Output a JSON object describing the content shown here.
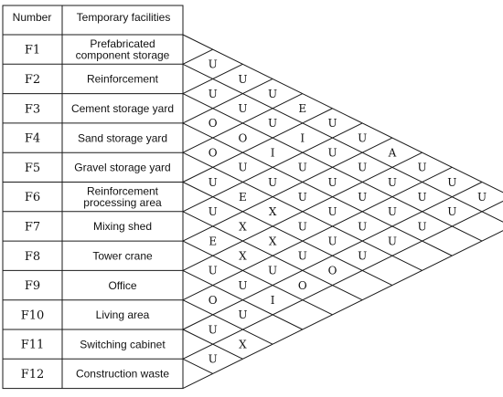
{
  "header": {
    "number": "Number",
    "facility": "Temporary facilities"
  },
  "rows": [
    {
      "number": "F1",
      "lines": [
        "Prefabricated",
        "component  storage"
      ]
    },
    {
      "number": "F2",
      "lines": [
        "Reinforcement"
      ]
    },
    {
      "number": "F3",
      "lines": [
        "Cement  storage yard"
      ]
    },
    {
      "number": "F4",
      "lines": [
        "Sand storage yard"
      ]
    },
    {
      "number": "F5",
      "lines": [
        "Gravel storage yard"
      ]
    },
    {
      "number": "F6",
      "lines": [
        "Reinforcement",
        "processing area"
      ]
    },
    {
      "number": "F7",
      "lines": [
        "Mixing shed"
      ]
    },
    {
      "number": "F8",
      "lines": [
        "Tower crane"
      ]
    },
    {
      "number": "F9",
      "lines": [
        "Office"
      ]
    },
    {
      "number": "F10",
      "lines": [
        "Living area"
      ]
    },
    {
      "number": "F11",
      "lines": [
        "Switching cabinet"
      ]
    },
    {
      "number": "F12",
      "lines": [
        "Construction waste"
      ]
    }
  ],
  "relationships": [
    [
      "U",
      "U",
      "O",
      "O",
      "U",
      "U",
      "E",
      "U",
      "O",
      "U",
      "U"
    ],
    [
      "U",
      "U",
      "O",
      "U",
      "E",
      "X",
      "X",
      "U",
      "U",
      "X"
    ],
    [
      "U",
      "U",
      "I",
      "U",
      "X",
      "X",
      "U",
      "I"
    ],
    [
      "E",
      "I",
      "U",
      "U",
      "U",
      "U",
      "O"
    ],
    [
      "U",
      "U",
      "U",
      "U",
      "U",
      "O"
    ],
    [
      "U",
      "U",
      "U",
      "U",
      "U"
    ],
    [
      "A",
      "U",
      "U",
      "U"
    ],
    [
      "U",
      "U",
      "U"
    ],
    [
      "U",
      "U"
    ],
    [
      "U"
    ]
  ]
}
